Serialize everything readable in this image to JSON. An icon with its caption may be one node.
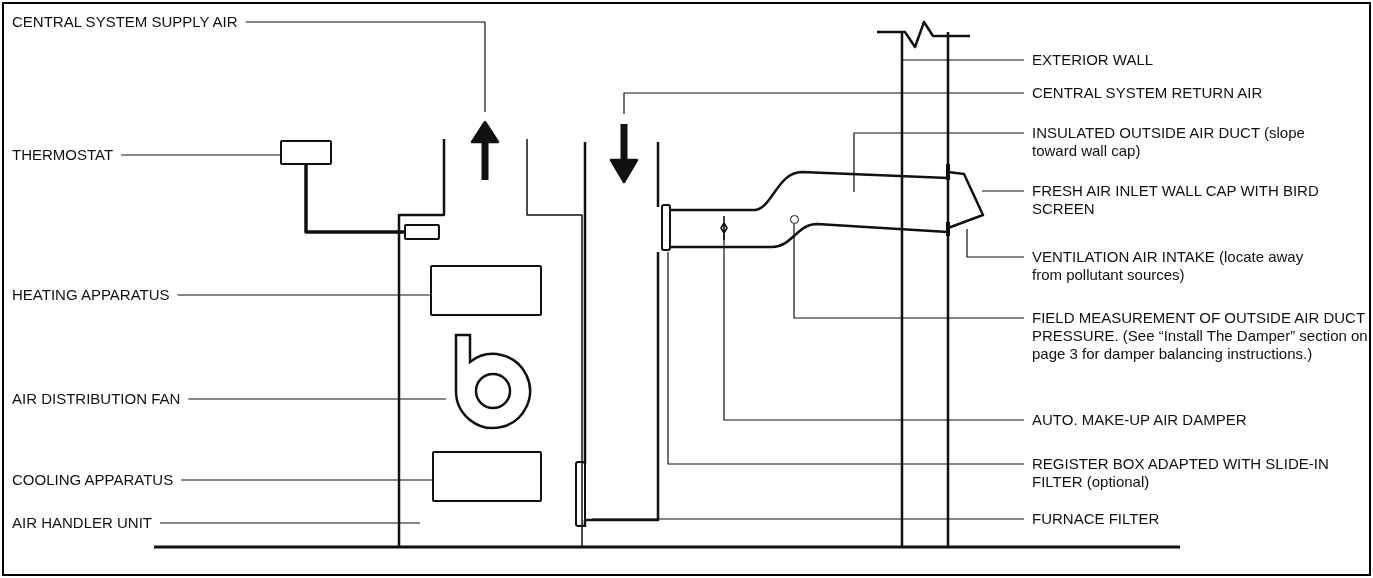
{
  "diagram": {
    "nodes": [
      {
        "text": [
          "CENTRAL SYSTEM SUPPLY AIR"
        ]
      },
      {
        "text": [
          "THERMOSTAT"
        ]
      },
      {
        "text": [
          "HEATING APPARATUS"
        ]
      },
      {
        "text": [
          "AIR DISTRIBUTION FAN"
        ]
      },
      {
        "text": [
          "COOLING APPARATUS"
        ]
      },
      {
        "text": [
          "AIR HANDLER UNIT"
        ]
      },
      {
        "text": [
          "EXTERIOR WALL"
        ]
      },
      {
        "text": [
          "CENTRAL SYSTEM RETURN AIR"
        ]
      },
      {
        "text": [
          "INSULATED OUTSIDE AIR DUCT (slope toward wall cap)"
        ]
      },
      {
        "text": [
          "FRESH AIR INLET WALL CAP WITH BIRD SCREEN"
        ]
      },
      {
        "text": [
          "VENTILATION AIR INTAKE (locate away from pollutant sources)"
        ]
      },
      {
        "text": [
          "FIELD MEASUREMENT OF OUTSIDE AIR DUCT PRESSURE. (See “Install The Damper” section on page 3 for damper balancing instructions.)"
        ]
      },
      {
        "text": [
          "AUTO. MAKE-UP AIR DAMPER"
        ]
      },
      {
        "text": [
          "REGISTER BOX ADAPTED WITH SLIDE-IN FILTER (optional)"
        ]
      },
      {
        "text": [
          "FURNACE FILTER"
        ]
      },
      {
        "text": [],
        "shape": "box"
      },
      {
        "text": [],
        "shape": "box"
      },
      {
        "text": [],
        "shape": "fan"
      },
      {
        "text": [],
        "shape": "box"
      },
      {
        "text": [],
        "shape": "box"
      },
      {
        "text": [],
        "shape": "circle"
      }
    ],
    "edges": [
      {
        "from": 0,
        "to": null,
        "arrow": "none"
      },
      {
        "from": 1,
        "to": 15,
        "arrow": "none"
      },
      {
        "from": 2,
        "to": 16,
        "arrow": "none"
      },
      {
        "from": 3,
        "to": 17,
        "arrow": "none"
      },
      {
        "from": 4,
        "to": 18,
        "arrow": "none"
      },
      {
        "from": 5,
        "to": null,
        "arrow": "none"
      },
      {
        "from": 6,
        "to": null,
        "arrow": "none"
      },
      {
        "from": 7,
        "to": null,
        "arrow": "none"
      },
      {
        "from": 8,
        "to": null,
        "arrow": "none"
      },
      {
        "from": 9,
        "to": null,
        "arrow": "none"
      },
      {
        "from": 10,
        "to": null,
        "arrow": "none"
      },
      {
        "from": 11,
        "to": 20,
        "arrow": "none"
      },
      {
        "from": 12,
        "to": null,
        "arrow": "none"
      },
      {
        "from": 13,
        "to": null,
        "arrow": "none"
      },
      {
        "from": 14,
        "to": null,
        "arrow": "none"
      },
      {
        "from": 15,
        "to": 19,
        "arrow": "none",
        "style": "thick"
      }
    ]
  }
}
